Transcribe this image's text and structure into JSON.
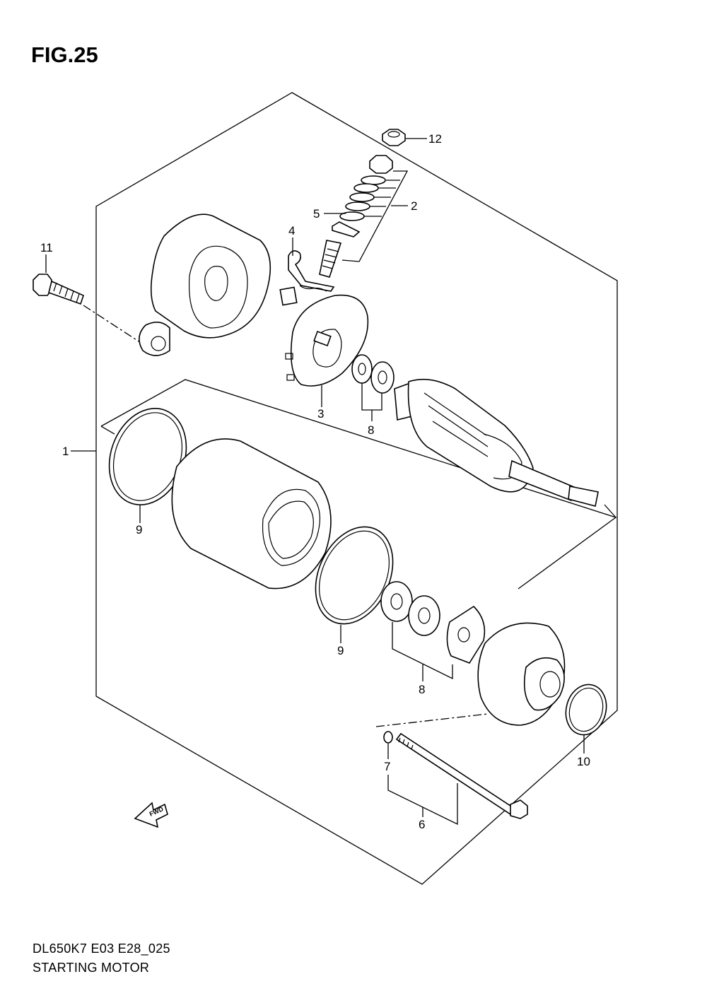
{
  "figure": {
    "title": "FIG.25"
  },
  "footer": {
    "code": "DL650K7 E03 E28_025",
    "name": "STARTING MOTOR"
  },
  "fwd_label": "FWD",
  "callouts": [
    {
      "id": "c12",
      "label": "12"
    },
    {
      "id": "c2",
      "label": "2"
    },
    {
      "id": "c5",
      "label": "5"
    },
    {
      "id": "c4",
      "label": "4"
    },
    {
      "id": "c11",
      "label": "11"
    },
    {
      "id": "c3",
      "label": "3"
    },
    {
      "id": "c8a",
      "label": "8"
    },
    {
      "id": "c1",
      "label": "1"
    },
    {
      "id": "c9a",
      "label": "9"
    },
    {
      "id": "c9b",
      "label": "9"
    },
    {
      "id": "c8b",
      "label": "8"
    },
    {
      "id": "c7",
      "label": "7"
    },
    {
      "id": "c10",
      "label": "10"
    },
    {
      "id": "c6",
      "label": "6"
    }
  ]
}
